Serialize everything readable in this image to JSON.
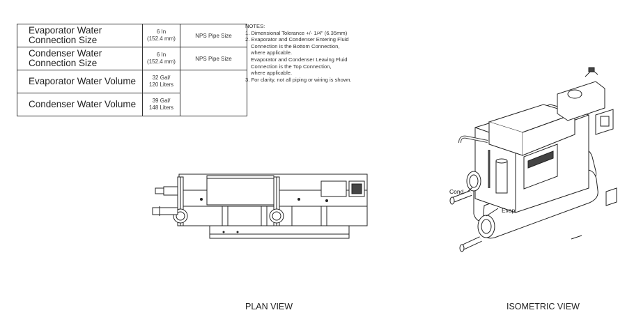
{
  "table": {
    "rows": [
      {
        "label": "Evaporator Water Connection Size",
        "value_line1": "6 In",
        "value_line2": "(152.4 mm)",
        "note": "NPS Pipe Size"
      },
      {
        "label": "Condenser Water Connection Size",
        "value_line1": "6 In",
        "value_line2": "(152.4 mm)",
        "note": "NPS Pipe Size"
      },
      {
        "label": "Evaporator Water Volume",
        "value_line1": "32 Gal/",
        "value_line2": "120 Liters",
        "note": ""
      },
      {
        "label": "Condenser Water Volume",
        "value_line1": "39 Gal/",
        "value_line2": "148 Liters",
        "note": ""
      }
    ]
  },
  "notes": {
    "heading": "NOTES:",
    "lines": [
      "1. Dimensional Tolerance +/- 1/4\" (6.35mm)",
      "2. Evaporator and Condenser Entering Fluid",
      "Connection is the Bottom Connection,",
      "where applicable.",
      "Evaporator and Condenser Leaving Fluid",
      "Connection is the Top Connection,",
      "where applicable.",
      "3. For clarity, not all piping or wiring is shown."
    ]
  },
  "views": {
    "plan_caption": "PLAN VIEW",
    "iso_caption": "ISOMETRIC VIEW",
    "cond_label": "Cond",
    "evap_label": "Evap"
  },
  "colors": {
    "line": "#222222",
    "fill": "#ffffff",
    "shade": "#d9d9d9",
    "dark": "#444444"
  }
}
